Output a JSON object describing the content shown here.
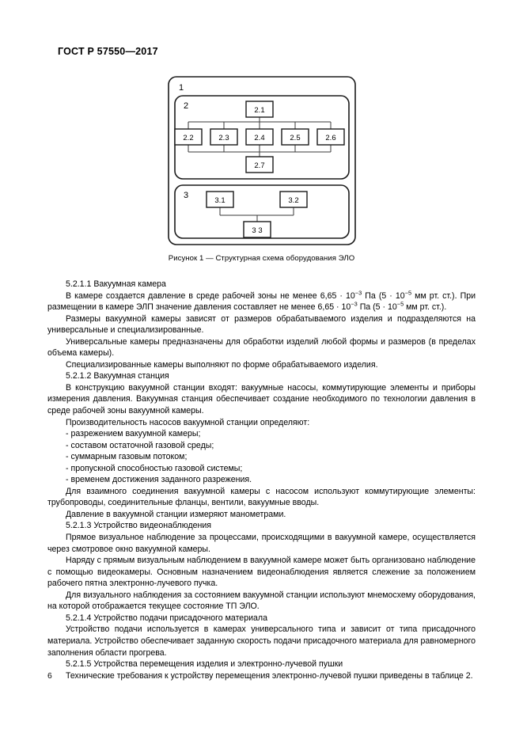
{
  "document": {
    "running_head": "ГОСТ Р 57550—2017",
    "page_number": "6"
  },
  "figure": {
    "caption": "Рисунок 1 — Структурная схема оборудования ЭЛО",
    "outer_label": "1",
    "group2_label": "2",
    "group3_label": "3",
    "boxes": {
      "b21": "2.1",
      "b22": "2.2",
      "b23": "2.3",
      "b24": "2.4",
      "b25": "2.5",
      "b26": "2.6",
      "b27": "2.7",
      "b31": "3.1",
      "b32": "3.2",
      "b33": "3 3"
    }
  },
  "body": {
    "p1_head": "5.2.1.1 Вакуумная камера",
    "p2_a": "В камере создается давление в среде рабочей зоны не менее 6,65 · 10",
    "p2_sup1": "−3",
    "p2_b": " Па (5 · 10",
    "p2_sup2": "−5",
    "p2_c": " мм рт. ст.). При размещении в камере ЭЛП значение давления составляет не менее 6,65 ·  10",
    "p2_sup3": "−3",
    "p2_d": " Па (5 ·  10",
    "p2_sup4": "−5",
    "p2_e": " мм рт. ст.).",
    "p3": "Размеры вакуумной камеры зависят от размеров обрабатываемого изделия и подразделяются на универсальные и специализированные.",
    "p4": "Универсальные камеры предназначены для обработки изделий любой формы и размеров (в пределах объема камеры).",
    "p5": "Специализированные камеры выполняют по форме обрабатываемого изделия.",
    "p6_head": "5.2.1.2 Вакуумная станция",
    "p7": "В конструкцию вакуумной станции входят: вакуумные насосы, коммутирующие элементы и приборы измерения давления. Вакуумная станция обеспечивает создание необходимого по технологии давления в среде рабочей зоны вакуумной камеры.",
    "p8": "Производительность насосов вакуумной станции определяют:",
    "bullet1": "- разрежением вакуумной камеры;",
    "bullet2": "- составом остаточной газовой среды;",
    "bullet3": "- суммарным газовым потоком;",
    "bullet4": "- пропускной способностью газовой системы;",
    "bullet5": "- временем достижения заданного разрежения.",
    "p9": "Для взаимного соединения вакуумной камеры с насосом используют коммутирующие элементы: трубопроводы, соединительные фланцы, вентили, вакуумные вводы.",
    "p10": "Давление в вакуумной станции измеряют манометрами.",
    "p11_head": "5.2.1.3 Устройство видеонаблюдения",
    "p12": "Прямое визуальное наблюдение за процессами, происходящими в вакуумной камере, осуществляется через смотровое окно вакуумной камеры.",
    "p13": "Наряду с прямым визуальным наблюдением в вакуумной камере может быть организовано наблюдение с помощью видеокамеры. Основным назначением видеонаблюдения является слежение за положением рабочего пятна электронно-лучевого пучка.",
    "p14": "Для визуального наблюдения за состоянием вакуумной станции используют мнемосхему оборудования, на которой отображается текущее состояние ТП ЭЛО.",
    "p15_head": "5.2.1.4 Устройство подачи присадочного материала",
    "p16": "Устройство подачи используется в камерах универсального типа и зависит от типа присадочного материала. Устройство обеспечивает заданную скорость подачи присадочного материала для равномерного заполнения области прогрева.",
    "p17_head": "5.2.1.5 Устройства перемещения изделия и электронно-лучевой пушки",
    "p18": "Технические требования к устройству перемещения электронно-лучевой пушки приведены в таблице 2."
  }
}
